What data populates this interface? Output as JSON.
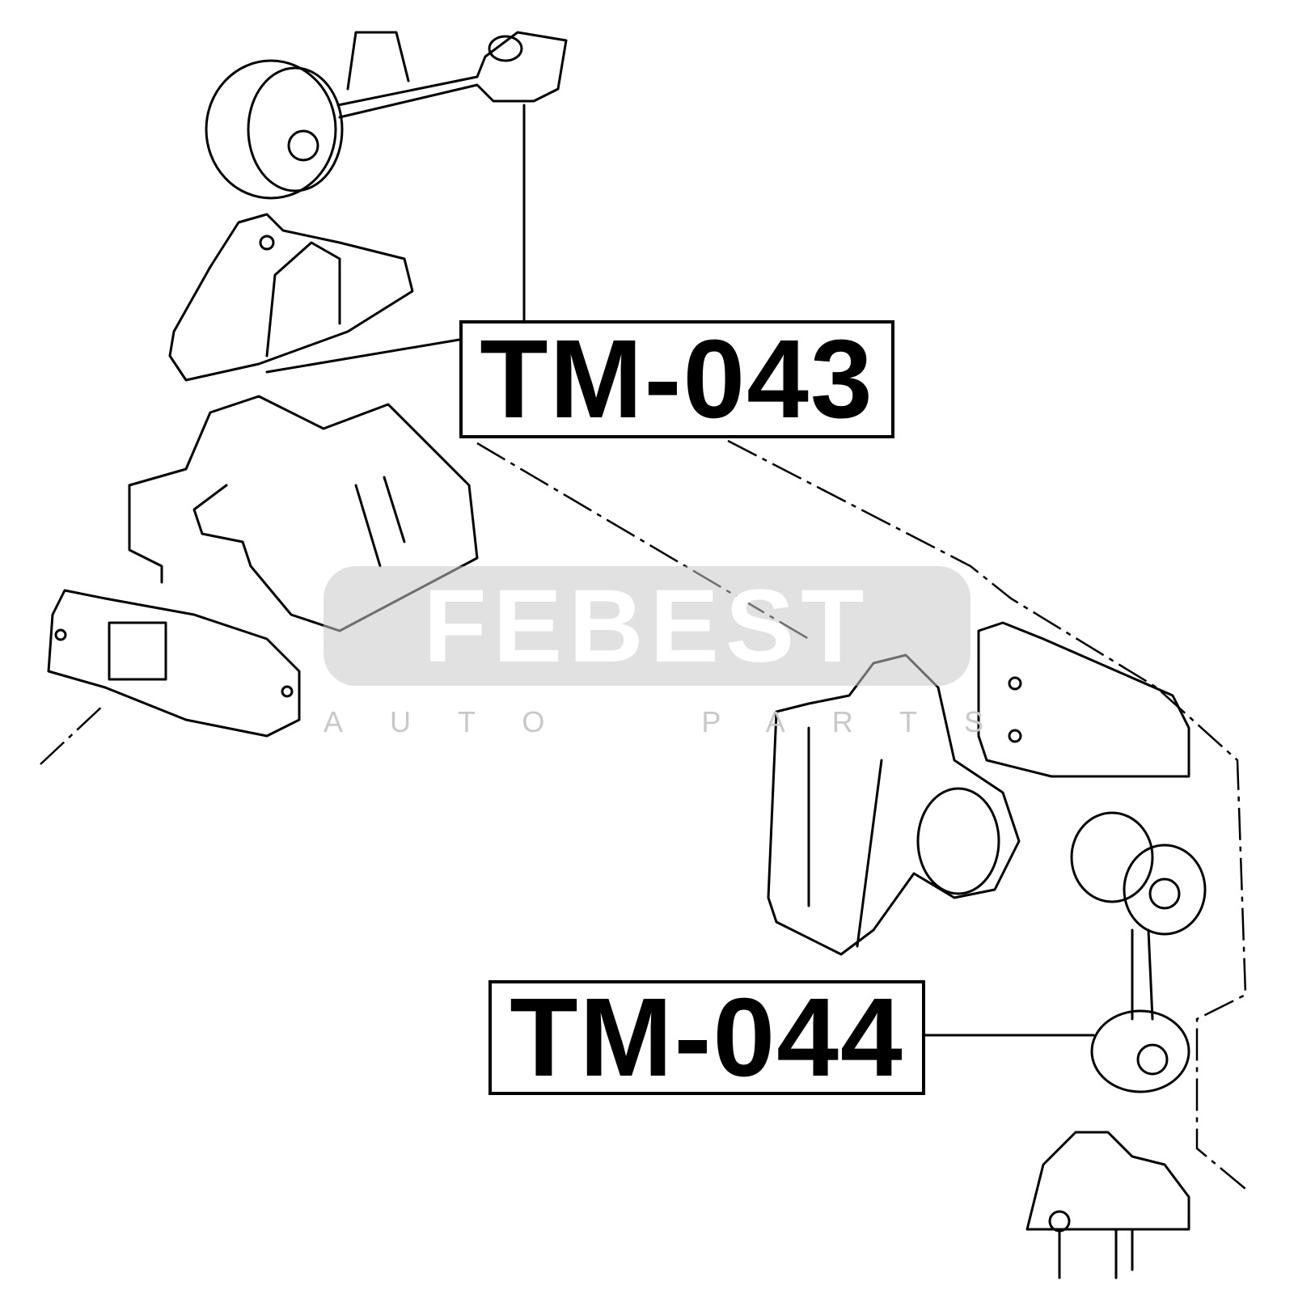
{
  "labels": {
    "part1": "TM-043",
    "part2": "TM-044"
  },
  "watermark": {
    "brand": "FEBEST",
    "tagline": "AUTO  PARTS"
  }
}
